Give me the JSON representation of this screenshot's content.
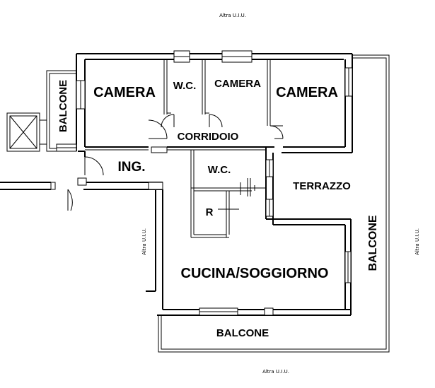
{
  "plan": {
    "labels": {
      "camera_left": "CAMERA",
      "wc_top": "W.C.",
      "camera_middle": "CAMERA",
      "camera_right": "CAMERA",
      "balcone_left": "BALCONE",
      "corridoio": "CORRIDOIO",
      "ingresso": "ING.",
      "wc_bottom": "W.C.",
      "terrazzo": "TERRAZZO",
      "ripostiglio": "R",
      "cucina_soggiorno": "CUCINA/SOGGIORNO",
      "balcone_right": "BALCONE",
      "balcone_bottom": "BALCONE"
    },
    "neighbors": {
      "top": "Altra U.I.U.",
      "left": "Altra U.I.U.",
      "right": "Altra U.I.U.",
      "bottom": "Altra U.I.U."
    }
  }
}
